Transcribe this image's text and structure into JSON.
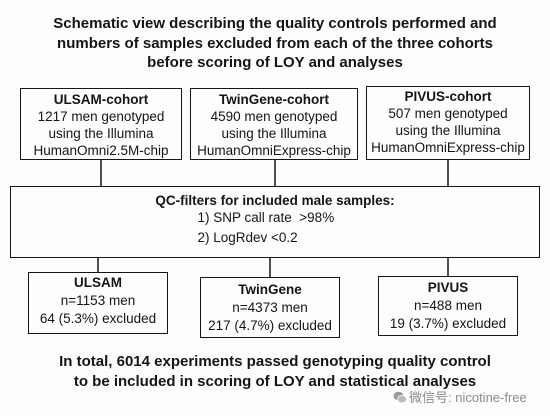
{
  "title": {
    "lines": [
      "Schematic view describing the quality controls performed and",
      "numbers of samples excluded from each of the three cohorts",
      "before scoring of LOY and analyses"
    ]
  },
  "cohorts": [
    {
      "name": "ULSAM-cohort",
      "lines": [
        "1217 men genotyped",
        "using the Illumina",
        "HumanOmni2.5M-chip"
      ]
    },
    {
      "name": "TwinGene-cohort",
      "lines": [
        "4590 men genotyped",
        "using the Illumina",
        "HumanOmniExpress-chip"
      ]
    },
    {
      "name": "PIVUS-cohort",
      "lines": [
        "507 men genotyped",
        "using the Illumina",
        "HumanOmniExpress-chip"
      ]
    }
  ],
  "qc": {
    "heading": "QC-filters for included male samples:",
    "filters": [
      "1) SNP call rate  >98%",
      "2) LogRdev <0.2"
    ]
  },
  "results": [
    {
      "name": "ULSAM",
      "n": "n=1153 men",
      "excluded": "64 (5.3%) excluded"
    },
    {
      "name": "TwinGene",
      "n": "n=4373 men",
      "excluded": "217 (4.7%) excluded"
    },
    {
      "name": "PIVUS",
      "n": "n=488 men",
      "excluded": "19 (3.7%) excluded"
    }
  ],
  "summary": {
    "lines": [
      "In total, 6014 experiments passed genotyping quality control",
      "to be included in scoring of LOY and statistical analyses"
    ]
  },
  "watermark": {
    "icon": "wechat-icon",
    "text": "微信号: nicotine-free"
  }
}
